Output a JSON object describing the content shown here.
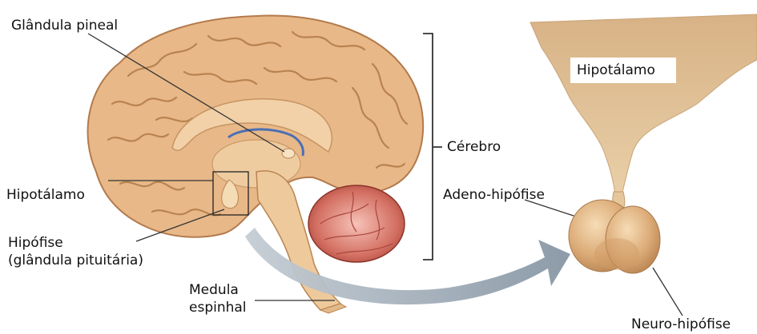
{
  "labels": {
    "pineal": "Glândula pineal",
    "hypothalamus_left": "Hipotálamo",
    "pituitary_line1": "Hipófise",
    "pituitary_line2": "(glândula pituitária)",
    "spinal_line1": "Medula",
    "spinal_line2": "espinhal",
    "brain": "Cérebro",
    "adeno": "Adeno-hipófise",
    "hypothalamus_right": "Hipotálamo",
    "neuro": "Neuro-hipófise"
  },
  "colors": {
    "cortex": "#e8b888",
    "cortex_dark": "#b37a4c",
    "inner": "#f2d1a8",
    "brainstem": "#edc99c",
    "cerebellum": "#c8564a",
    "cerebellum_light": "#f0a9a0",
    "gland": "#d9a874",
    "gland_light": "#f3d6ad",
    "arrow": "#8e9aa6",
    "line": "#333333"
  }
}
